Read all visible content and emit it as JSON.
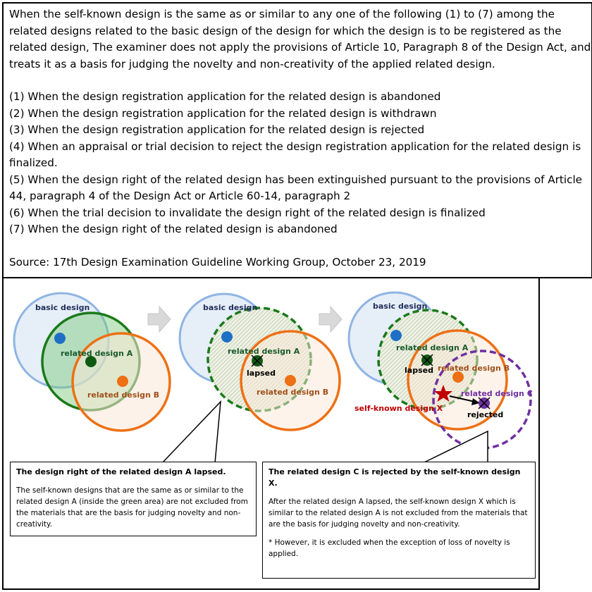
{
  "text": {
    "intro": "When the self-known design is the same as or similar to any one of the following (1) to (7) among the related designs related to the basic design of the design for which the design is to be registered as the related design, The examiner does not apply the provisions of Article 10, Paragraph 8 of the Design Act, and treats it as a basis for judging the novelty and non-creativity of the applied related design.",
    "items": [
      "(1) When the design registration application for the related design is abandoned",
      "(2) When the design registration application for the related design is withdrawn",
      "(3) When the design registration application for the related design is rejected",
      "(4) When an appraisal or trial decision to reject the design registration application for the related design is finalized.",
      "(5) When the design right of the related design has been extinguished pursuant to the provisions of Article 44, paragraph 4 of the Design Act or Article 60-14, paragraph 2",
      "(6) When the trial decision to invalidate the design right of the related design is finalized",
      "(7) When the design right of the related design is abandoned"
    ],
    "source": "Source: 17th Design Examination Guideline Working Group, October 23, 2019"
  },
  "diagram": {
    "labels": {
      "basic": "basic design",
      "a": "related design A",
      "b": "related design B",
      "c": "related design C",
      "x": "self-known design X",
      "lapsed": "lapsed",
      "rejected": "rejected"
    },
    "colors": {
      "basic": "#8fb4e3",
      "green": "#1a7a1a",
      "orange": "#ed7014",
      "purple": "#7030a0",
      "red": "#c00000"
    }
  },
  "callouts": {
    "left": {
      "title": "The design right of the related design A lapsed.",
      "body": "The self-known designs that are the same as or similar to the related design A (inside the green area) are not excluded from the materials that are the basis for judging novelty and non-creativity."
    },
    "right": {
      "title": "The related design C is rejected by the self-known design X.",
      "body": "After the related design A lapsed, the self-known design X which is similar to the related design A is not excluded from the materials that are the basis for judging novelty and non-creativity.",
      "note": "* However, it is excluded when the exception of loss of novelty is applied."
    }
  }
}
